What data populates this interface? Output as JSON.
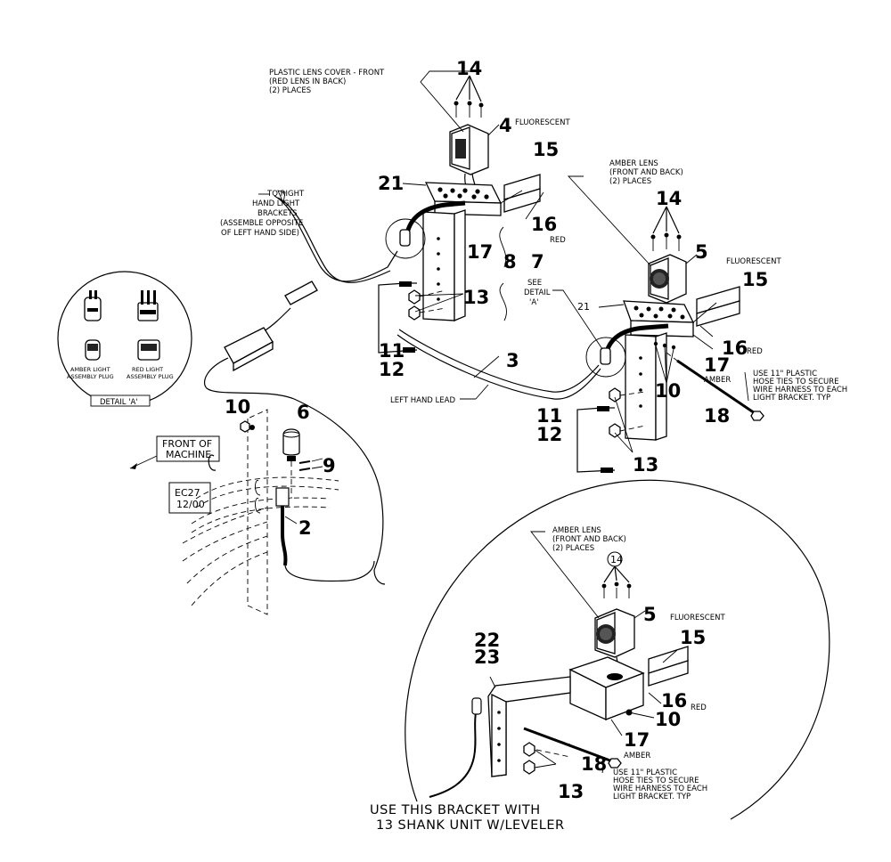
{
  "callouts": {
    "c14a": "14",
    "c4": "4",
    "c15a": "15",
    "c21a": "21",
    "c16a": "16",
    "c17a": "17",
    "c8": "8",
    "c7": "7",
    "c13a": "13",
    "c11a": "11",
    "c12a": "12",
    "c3": "3",
    "c14b": "14",
    "c5a": "5",
    "c15b": "15",
    "c21b": "21",
    "c16b": "16",
    "c17b": "17",
    "c10a": "10",
    "c18a": "18",
    "c11b": "11",
    "c12b": "12",
    "c13b": "13",
    "c10b": "10",
    "c6": "6",
    "c9": "9",
    "c2": "2",
    "c14c": "14",
    "c5b": "5",
    "c15c": "15",
    "c22": "22",
    "c23": "23",
    "c16c": "16",
    "c10c": "10",
    "c17c": "17",
    "c18b": "18",
    "c13c": "13"
  },
  "notes": {
    "lens_front_1": "PLASTIC LENS COVER - FRONT",
    "lens_front_2": "(RED LENS IN BACK)",
    "lens_front_3": "(2) PLACES",
    "fluor_a": "FLUORESCENT",
    "red_a": "RED",
    "right_hand_1": "TO RIGHT",
    "right_hand_2": "HAND LIGHT",
    "right_hand_3": "BRACKETS",
    "right_hand_4": "(ASSEMBLE OPPOSITE",
    "right_hand_5": "OF LEFT HAND SIDE)",
    "amber_lens_1": "AMBER LENS",
    "amber_lens_2": "(FRONT AND BACK)",
    "amber_lens_3": "(2) PLACES",
    "fluor_b": "FLUORESCENT",
    "red_b": "RED",
    "amber_b": "AMBER",
    "see_1": "SEE",
    "see_2": "DETAIL",
    "see_3": "'A'",
    "ties_1": "USE 11\" PLASTIC",
    "ties_2": "HOSE TIES TO SECURE",
    "ties_3": "WIRE HARNESS TO EACH",
    "ties_4": "LIGHT BRACKET.  TYP",
    "left_lead": "LEFT HAND LEAD",
    "amber_plug_1": "AMBER LIGHT",
    "amber_plug_2": "ASSEMBLY PLUG",
    "red_plug_1": "RED LIGHT",
    "red_plug_2": "ASSEMBLY PLUG",
    "detail_a": "DETAIL 'A'",
    "front_1": "FRONT OF",
    "front_2": "MACHINE",
    "ec_1": "EC27",
    "ec_2": "12/00",
    "amber_lens_c1": "AMBER LENS",
    "amber_lens_c2": "(FRONT AND BACK)",
    "amber_lens_c3": "(2) PLACES",
    "fluor_c": "FLUORESCENT",
    "red_c": "RED",
    "amber_c": "AMBER",
    "ties_c1": "USE 11\" PLASTIC",
    "ties_c2": "HOSE TIES TO SECURE",
    "ties_c3": "WIRE HARNESS TO EACH",
    "ties_c4": "LIGHT BRACKET.  TYP",
    "bottom_1": "USE THIS BRACKET WITH",
    "bottom_2": "13 SHANK UNIT W/LEVELER"
  }
}
